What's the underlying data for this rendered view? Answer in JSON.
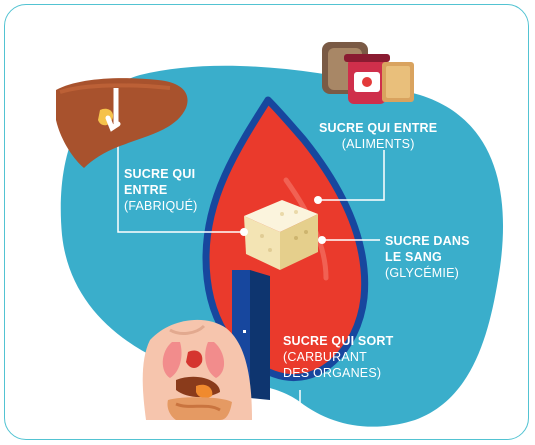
{
  "colors": {
    "blob": "#3aaecb",
    "drop_outline": "#17479e",
    "drop_fill": "#ea3a2c",
    "label_text": "#ffffff",
    "border": "#52c3d2"
  },
  "labels": {
    "entre_aliments": {
      "title": "SUCRE QUI ENTRE",
      "sub": "(ALIMENTS)"
    },
    "entre_fabrique": {
      "title_line1": "SUCRE QUI",
      "title_line2": "ENTRE",
      "sub": "(FABRIQUÉ)"
    },
    "sang": {
      "title_line1": "SUCRE DANS",
      "title_line2": "LE SANG",
      "sub": "(GLYCÉMIE)"
    },
    "sort": {
      "title": "SUCRE QUI SORT",
      "sub_line1": "(CARBURANT",
      "sub_line2": "DES ORGANES)"
    }
  },
  "icons": [
    "liver-icon",
    "food-icon",
    "sugar-cube-icon",
    "blood-drop-icon",
    "door-icon",
    "body-organs-icon"
  ]
}
